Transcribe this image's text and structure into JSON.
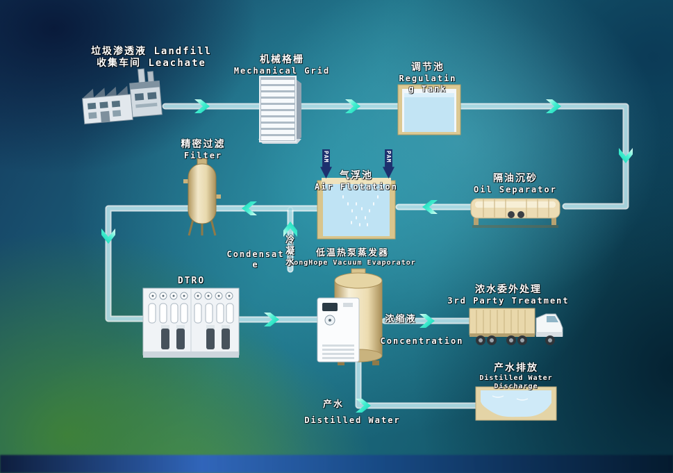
{
  "nodes": {
    "landfill": {
      "line1": "垃圾渗透液 Landfill",
      "line2": "收集车间  Leachate"
    },
    "mechanical_grid": {
      "zh": "机械格栅",
      "en": "Mechanical Grid"
    },
    "regulating_tank": {
      "zh": "调节池",
      "en_line1": "Regulatin",
      "en_line2": "g Tank"
    },
    "oil_separator": {
      "zh": "隔油沉砂",
      "en": "Oil Separator"
    },
    "air_flotation": {
      "zh": "气浮池",
      "en": "Air Flotation"
    },
    "precision_filter": {
      "zh": "精密过滤",
      "en": "Filter"
    },
    "dtro": {
      "en": "DTRO"
    },
    "evaporator": {
      "zh": "低温热泵蒸发器",
      "en": "LongHope Vacuum Evaporator"
    },
    "third_party": {
      "zh": "浓水委外处理",
      "en": "3rd Party Treatment"
    },
    "discharge": {
      "zh": "产水排放",
      "en": "Distilled Water Discharge"
    }
  },
  "streams": {
    "pam": "PAM",
    "condensate_en_line1": "Condensat",
    "condensate_en_line2": "e",
    "condensate_zh": "冷凝水",
    "concentrate_zh": "浓缩液",
    "concentrate_en": "Concentration",
    "product_zh": "产水",
    "product_en": "Distilled Water"
  },
  "colors": {
    "arrow_accent": "#35e9c9",
    "pam_arrow": "#1d306e",
    "pipe": "#ffffff",
    "tank_frame": "#d9c58c",
    "water": "#bfe3f4"
  }
}
